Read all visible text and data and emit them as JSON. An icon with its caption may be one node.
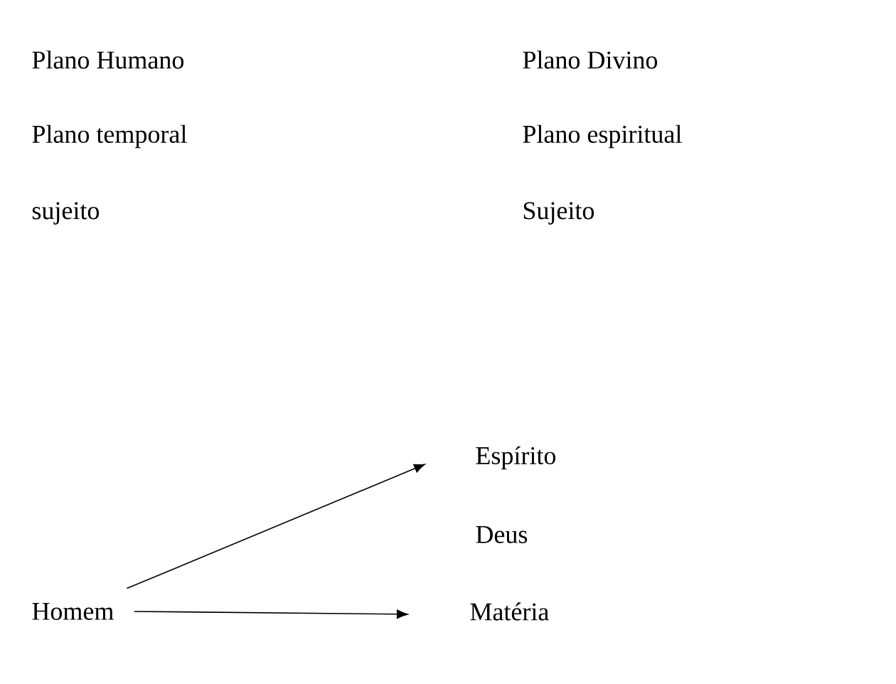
{
  "diagram": {
    "nodes": [
      {
        "text": [
          "Espírito"
        ]
      },
      {
        "text": [
          "Homem"
        ]
      },
      {
        "text": [
          "Matéria"
        ]
      }
    ],
    "edges": [
      {
        "from": 1,
        "to": 0,
        "arrow": "to"
      },
      {
        "from": 1,
        "to": 2,
        "arrow": "to"
      }
    ],
    "labels": [
      "Plano Humano",
      "Plano Divino",
      "Plano temporal",
      "Plano espiritual",
      "sujeito",
      "Sujeito",
      "Deus"
    ]
  }
}
